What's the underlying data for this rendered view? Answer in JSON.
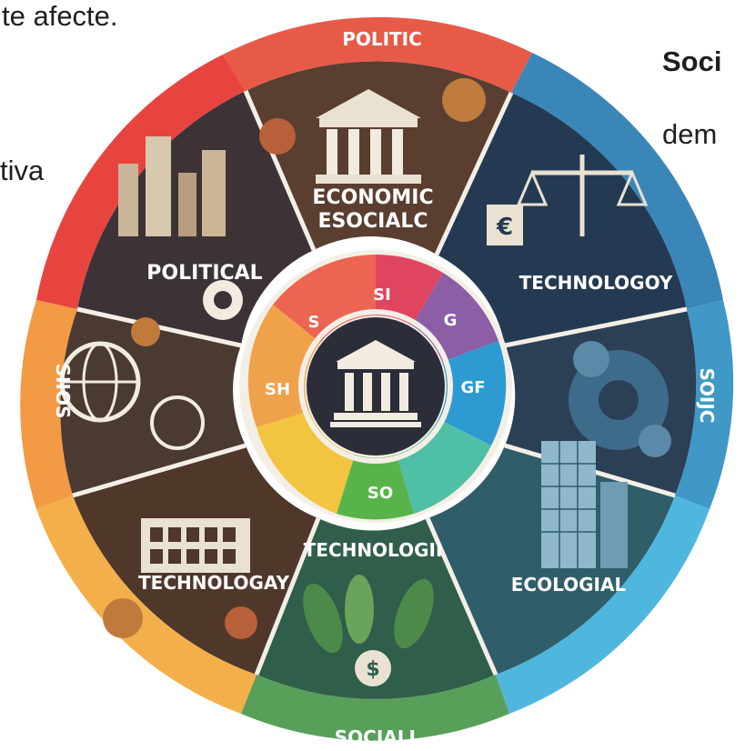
{
  "background_text": {
    "top_left": "te afecte.",
    "left_middle": "tiva",
    "right_top_bold": "Soci",
    "right_top": "dem"
  },
  "outer_ring": {
    "top": "POLITIC",
    "left": "SIIOS",
    "right": "SOIJC",
    "bottom": "SOCIALL"
  },
  "segments": {
    "top": "ECONOMIC",
    "top_line2": "ESOCIALC",
    "upper_left": "POLITICAL",
    "upper_right": "TECHNOLOGOY",
    "lower_left": "TECHNOLOGAY",
    "bottom": "TECHNOLOGII",
    "lower_right": "ECOLOGIAL"
  },
  "inner_ring": {
    "top": "SI",
    "upper_left": "S",
    "upper_right": "G",
    "left": "SH",
    "right": "GF",
    "bottom": "SO"
  },
  "segment_icons": {
    "top": "bank-building-icon",
    "upper_left": "city-skyline-icon",
    "upper_right": "justice-scale-icon",
    "left": "globe-icon",
    "right": "gear-cluster-icon",
    "lower_left": "factory-icon",
    "bottom": "leaves-icon",
    "lower_right": "skyscraper-icon",
    "center": "bank-building-icon"
  },
  "colors": {
    "outer_red": "#e8443f",
    "outer_orange": "#f3a445",
    "outer_blue": "#3b86b8",
    "outer_cyan": "#4fb7de",
    "outer_green": "#58a05a",
    "segment_dark": "#2b2d38",
    "segment_brown": "#5a3e2f",
    "segment_navy": "#243a52",
    "segment_teal": "#2f5e6a",
    "inner_pink": "#e0455f",
    "inner_purple": "#8b5ea6",
    "inner_blue": "#2d9bd1",
    "inner_green": "#58b44a",
    "inner_yellow": "#f2c440",
    "inner_orange": "#f0874a",
    "label_white": "#ffffff"
  }
}
